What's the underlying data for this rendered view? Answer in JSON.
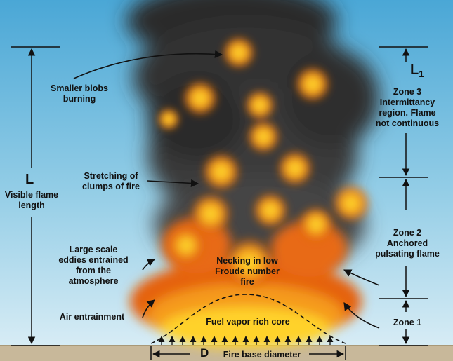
{
  "symbols": {
    "L": "L",
    "L1_main": "L",
    "L1_sub": "1",
    "D": "D"
  },
  "labels": {
    "visible_flame": [
      "Visible flame",
      "length"
    ],
    "smaller_blobs": [
      "Smaller blobs",
      "burning"
    ],
    "stretching": [
      "Stretching of",
      "clumps of fire"
    ],
    "large_scale": [
      "Large scale",
      "eddies entrained",
      "from the",
      "atmosphere"
    ],
    "air_entrainment": "Air entrainment",
    "necking": [
      "Necking in low",
      "Froude number",
      "fire"
    ],
    "fuel_core": "Fuel vapor rich core",
    "fire_base": "Fire base diameter",
    "zone3": [
      "Zone 3",
      "Intermittancy",
      "region. Flame",
      "not continuous"
    ],
    "zone2": [
      "Zone 2",
      "Anchored",
      "pulsating flame"
    ],
    "zone1": "Zone 1"
  },
  "colors": {
    "sky_top": "#4aa7d6",
    "sky_bottom": "#d7ecf5",
    "ground": "#c8b89a",
    "smoke": "#3a3a3a",
    "flame_orange": "#f07a10",
    "flame_yellow": "#ffe030"
  }
}
